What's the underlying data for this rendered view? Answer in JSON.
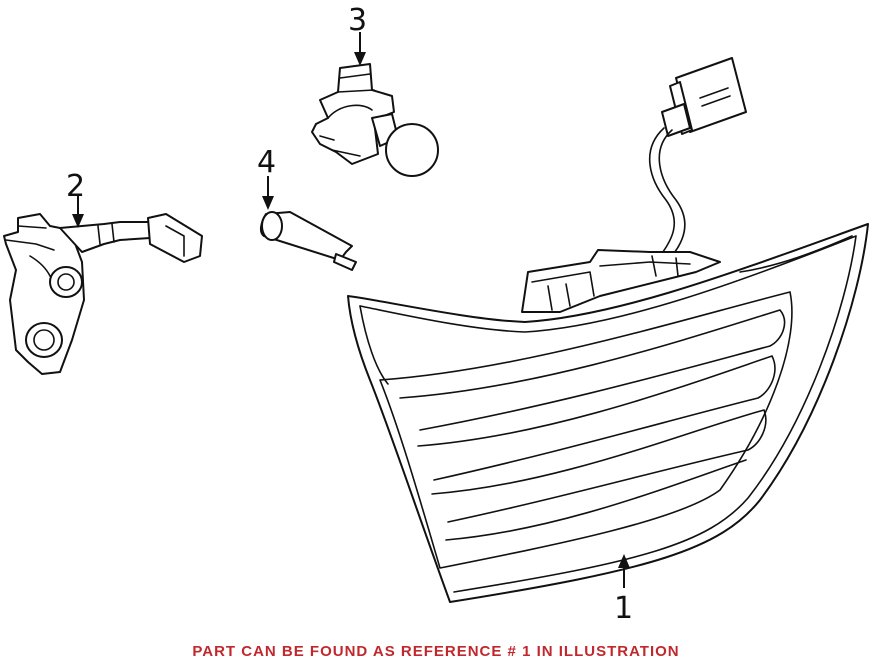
{
  "callouts": {
    "c1": "1",
    "c2": "2",
    "c3": "3",
    "c4": "4"
  },
  "caption": "PART CAN BE FOUND AS REFERENCE # 1 IN ILLUSTRATION",
  "colors": {
    "line": "#111111",
    "caption": "#c0282d",
    "background": "#ffffff"
  }
}
